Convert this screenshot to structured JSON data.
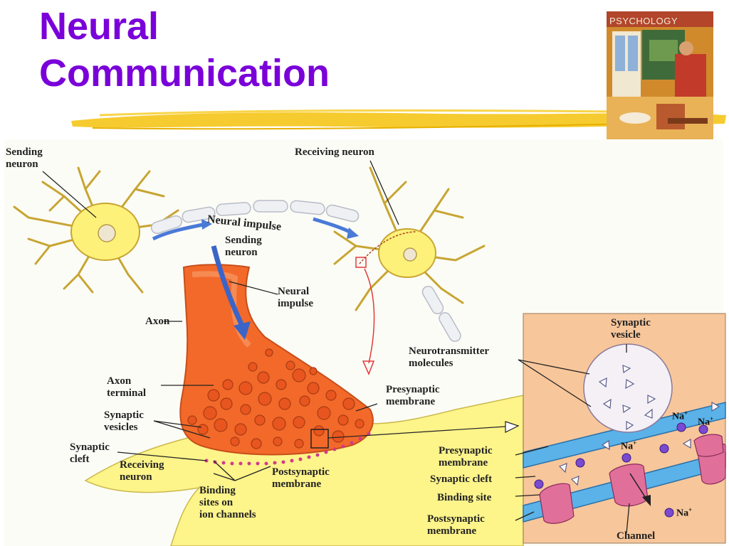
{
  "slide": {
    "title_line1": "Neural",
    "title_line2": "Communication",
    "title_color": "#7a00d9",
    "brush_color": "#f5c518"
  },
  "book": {
    "title": "PSYCHOLOGY",
    "icon": "book-cover-image"
  },
  "diagram": {
    "labels": {
      "sending_neuron_top": [
        "Sending",
        "neuron"
      ],
      "receiving_neuron_top": "Receiving neuron",
      "neural_impulse_arc": "Neural impulse",
      "sending_neuron_mid": [
        "Sending",
        "neuron"
      ],
      "neural_impulse_mid": [
        "Neural",
        "impulse"
      ],
      "axon": "Axon",
      "axon_terminal": [
        "Axon",
        "terminal"
      ],
      "synaptic_vesicles": [
        "Synaptic",
        "vesicles"
      ],
      "synaptic_cleft": [
        "Synaptic",
        "cleft"
      ],
      "receiving_neuron_bottom": [
        "Receiving",
        "neuron"
      ],
      "binding_sites": [
        "Binding",
        "sites on",
        "ion channels"
      ],
      "postsynaptic_membrane": [
        "Postsynaptic",
        "membrane"
      ],
      "presynaptic_membrane": [
        "Presynaptic",
        "membrane"
      ]
    },
    "inset": {
      "synaptic_vesicle": [
        "Synaptic",
        "vesicle"
      ],
      "neurotransmitter_molecules": [
        "Neurotransmitter",
        "molecules"
      ],
      "presynaptic_membrane": [
        "Presynaptic",
        "membrane"
      ],
      "synaptic_cleft": "Synaptic cleft",
      "binding_site": "Binding site",
      "postsynaptic_membrane": [
        "Postsynaptic",
        "membrane"
      ],
      "channel": "Channel",
      "ion": "Na",
      "ion_charge": "+"
    }
  }
}
